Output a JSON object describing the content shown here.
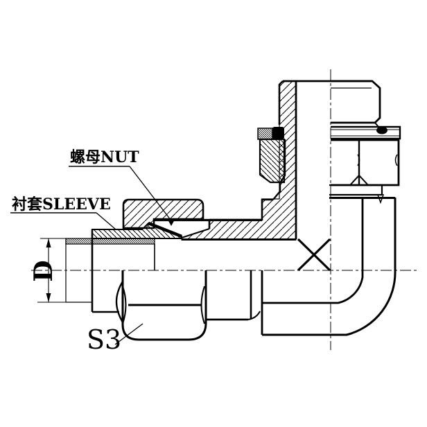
{
  "drawing": {
    "background": "#ffffff",
    "line_color": "#000000",
    "callouts": {
      "nut": "螺母NUT",
      "sleeve": "衬套SLEEVE"
    },
    "dimensions": {
      "diameter_label": "D",
      "wrench_size_label": "S3"
    }
  }
}
